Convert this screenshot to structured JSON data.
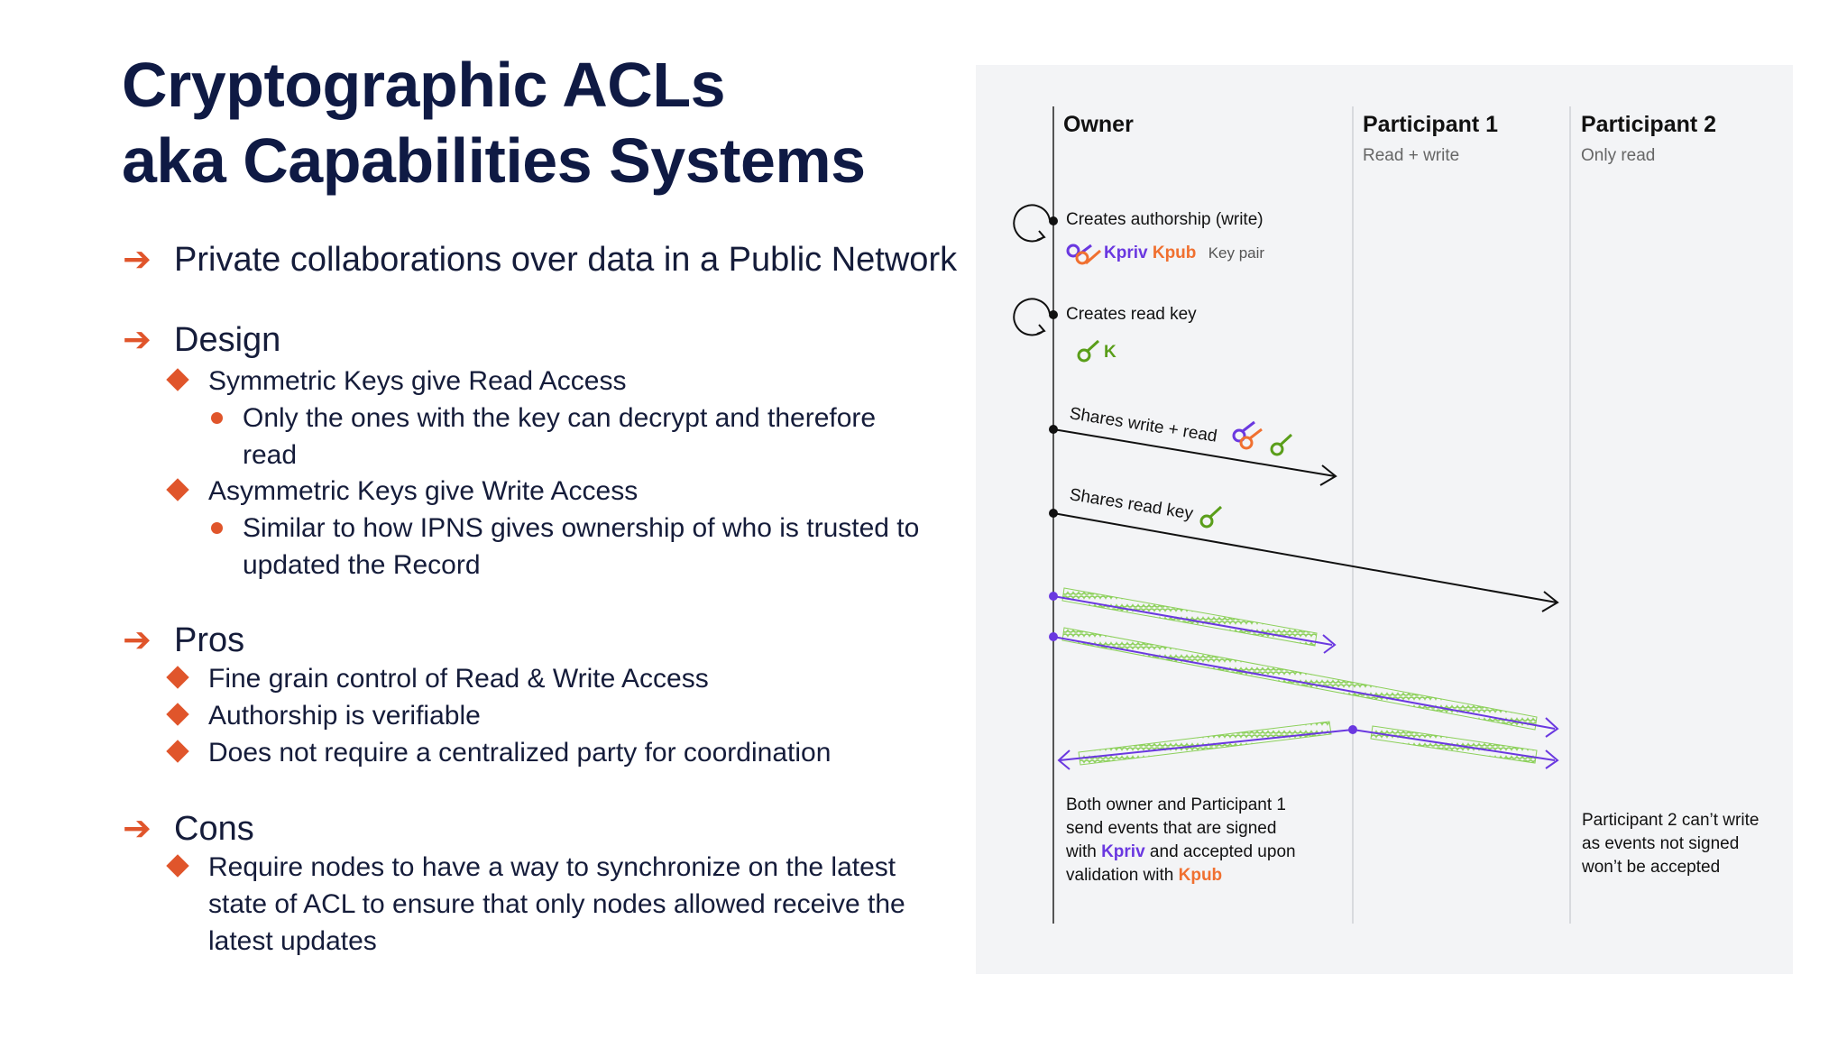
{
  "title": {
    "line1": "Cryptographic ACLs",
    "line2": "aka Capabilities Systems"
  },
  "bullets": [
    {
      "level": 1,
      "text": "Private collaborations over data in a Public Network"
    },
    {
      "level": 1,
      "text": "Design"
    },
    {
      "level": 2,
      "text": "Symmetric Keys give Read Access"
    },
    {
      "level": 3,
      "text": "Only the ones with the key can decrypt and therefore"
    },
    {
      "level": 0,
      "text": "read"
    },
    {
      "level": 2,
      "text": "Asymmetric Keys give Write Access"
    },
    {
      "level": 3,
      "text": "Similar to how IPNS gives ownership of who is trusted to"
    },
    {
      "level": 0,
      "text": "updated the Record"
    },
    {
      "level": 1,
      "text": "Pros"
    },
    {
      "level": 2,
      "text": "Fine grain control of Read & Write Access"
    },
    {
      "level": 2,
      "text": "Authorship is verifiable"
    },
    {
      "level": 2,
      "text": "Does not require a centralized party for coordination"
    },
    {
      "level": 1,
      "text": "Cons"
    },
    {
      "level": 2,
      "text": "Require nodes to have a way to synchronize on the latest"
    },
    {
      "level": -1,
      "text": "state of ACL to ensure that only nodes allowed receive the"
    },
    {
      "level": -1,
      "text": "latest updates"
    }
  ],
  "diagram": {
    "lanes": [
      {
        "title": "Owner",
        "subtitle": ""
      },
      {
        "title": "Participant 1",
        "subtitle": "Read + write"
      },
      {
        "title": "Participant 2",
        "subtitle": "Only read"
      }
    ],
    "events": {
      "authorship": "Creates authorship (write)",
      "kpriv": "Kpriv",
      "kpub": "Kpub",
      "keypair": "Key pair",
      "read_key": "Creates read key",
      "k": "K",
      "shares_write_read": "Shares write + read",
      "shares_read_key": "Shares read key"
    },
    "note_left": {
      "line1": "Both owner and Participant 1",
      "line2": "send events that are signed",
      "line3_pre": "with ",
      "line3_kpriv": "Kpriv",
      "line3_post": " and accepted upon",
      "line4_pre": "validation with ",
      "line4_kpub": "Kpub"
    },
    "note_right": {
      "line1": "Participant 2 can’t write",
      "line2": "as events not signed",
      "line3": "won’t be accepted"
    },
    "colors": {
      "accent": "#e0552b",
      "kpriv": "#6a38e0",
      "kpub": "#f07030",
      "read_key": "#5a9e1a",
      "event_coil": "#8cd05a"
    }
  }
}
